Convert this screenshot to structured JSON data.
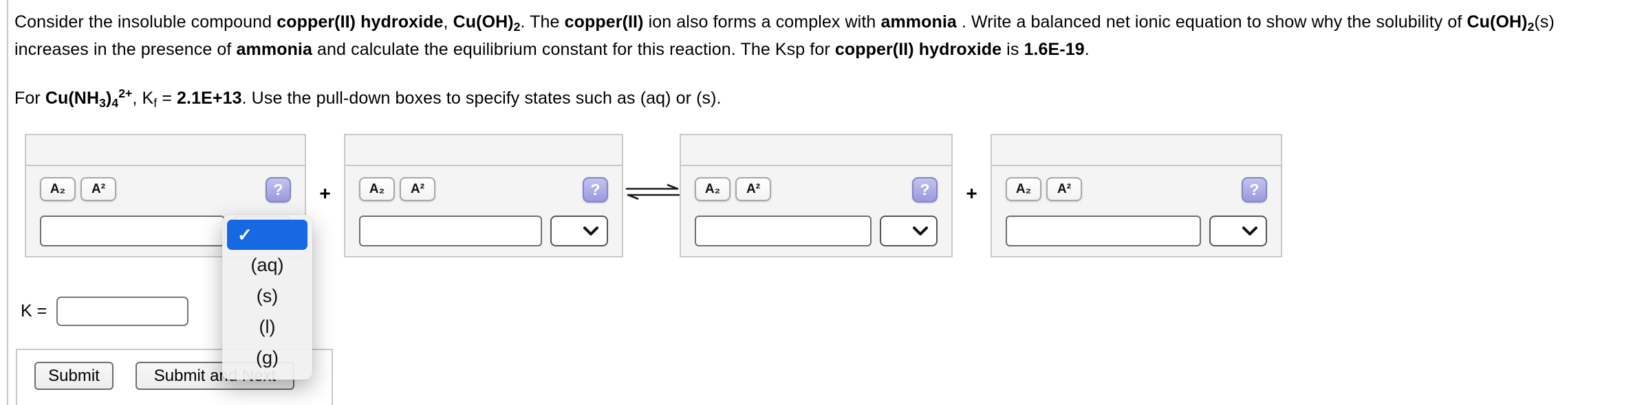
{
  "question": {
    "paragraph1": [
      {
        "t": "Consider the insoluble compound "
      },
      {
        "t": "copper(II) hydroxide",
        "b": 1
      },
      {
        "t": ", "
      },
      {
        "t": "Cu(OH)",
        "b": 1
      },
      {
        "t": "2",
        "b": 1,
        "sub": 1
      },
      {
        "t": ". The "
      },
      {
        "t": "copper(II)",
        "b": 1
      },
      {
        "t": " ion also forms a complex with "
      },
      {
        "t": "ammonia",
        "b": 1
      },
      {
        "t": " . Write a balanced net ionic equation to show why the solubility of "
      },
      {
        "t": "Cu(OH)",
        "b": 1
      },
      {
        "t": "2",
        "b": 1,
        "sub": 1
      },
      {
        "t": "(s) increases in the presence of "
      },
      {
        "t": "ammonia",
        "b": 1
      },
      {
        "t": " and calculate the equilibrium constant for this reaction. The Ksp for "
      },
      {
        "t": "copper(II) hydroxide",
        "b": 1
      },
      {
        "t": " is "
      },
      {
        "t": "1.6E-19",
        "b": 1
      },
      {
        "t": "."
      }
    ],
    "paragraph2": [
      {
        "t": "For "
      },
      {
        "t": "Cu(NH",
        "b": 1
      },
      {
        "t": "3",
        "b": 1,
        "sub": 1
      },
      {
        "t": ")",
        "b": 1
      },
      {
        "t": "4",
        "b": 1,
        "sub": 1
      },
      {
        "t": "2+",
        "b": 1,
        "sup": 1
      },
      {
        "t": ", K"
      },
      {
        "t": "f",
        "sub": 1
      },
      {
        "t": " = "
      },
      {
        "t": "2.1E+13",
        "b": 1
      },
      {
        "t": ". Use the pull-down boxes to specify states such as (aq) or (s)."
      }
    ]
  },
  "panel_tools": {
    "subscript_label": "A₂",
    "superscript_label": "A²",
    "help_label": "?"
  },
  "equation": {
    "plus": "+"
  },
  "formula_inputs": {
    "value": "",
    "state_value": ""
  },
  "dropdown_menu": {
    "check_glyph": "✓",
    "selected_index": 0,
    "options": [
      "",
      "(aq)",
      "(s)",
      "(l)",
      "(g)"
    ]
  },
  "k_row": {
    "label": "K =",
    "value": ""
  },
  "actions": {
    "submit": "Submit",
    "submit_and_next": "Submit and Next"
  },
  "colors": {
    "selection_blue": "#1668e3",
    "help_button_fill": "#a9a9e0",
    "panel_bg": "#f4f4f4",
    "panel_border": "#c9c9c9"
  }
}
